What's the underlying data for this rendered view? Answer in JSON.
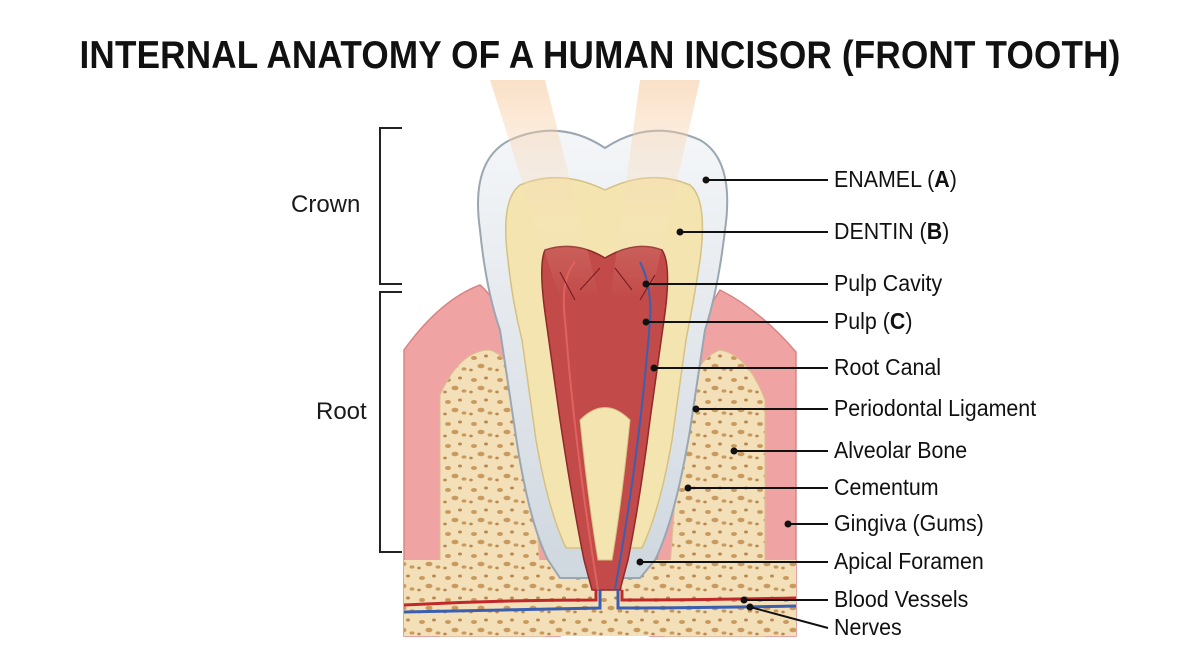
{
  "title": "INTERNAL ANATOMY OF A HUMAN INCISOR (FRONT TOOTH)",
  "brackets": {
    "crown": "Crown",
    "root": "Root"
  },
  "labels": {
    "enamel": {
      "text": "ENAMEL (",
      "letter": "A",
      "close": ")"
    },
    "dentin": {
      "text": "DENTIN (",
      "letter": "B",
      "close": ")"
    },
    "pulp_cavity": "Pulp Cavity",
    "pulp": {
      "text": "Pulp (",
      "letter": "C",
      "close": ")"
    },
    "root_canal": "Root Canal",
    "periodontal_ligament": "Periodontal Ligament",
    "alveolar_bone": "Alveolar Bone",
    "cementum": "Cementum",
    "gingiva": "Gingiva (Gums)",
    "apical_foramen": "Apical Foramen",
    "blood_vessels": "Blood Vessels",
    "nerves": "Nerves"
  },
  "colors": {
    "enamel": "#dfe6ec",
    "dentin": "#f3e4b0",
    "pulp": "#c24a48",
    "gingiva": "#f0a3a3",
    "bone": "#f3dfb8",
    "blood_vessel": "#c0282a",
    "nerve": "#3b5fb0"
  }
}
